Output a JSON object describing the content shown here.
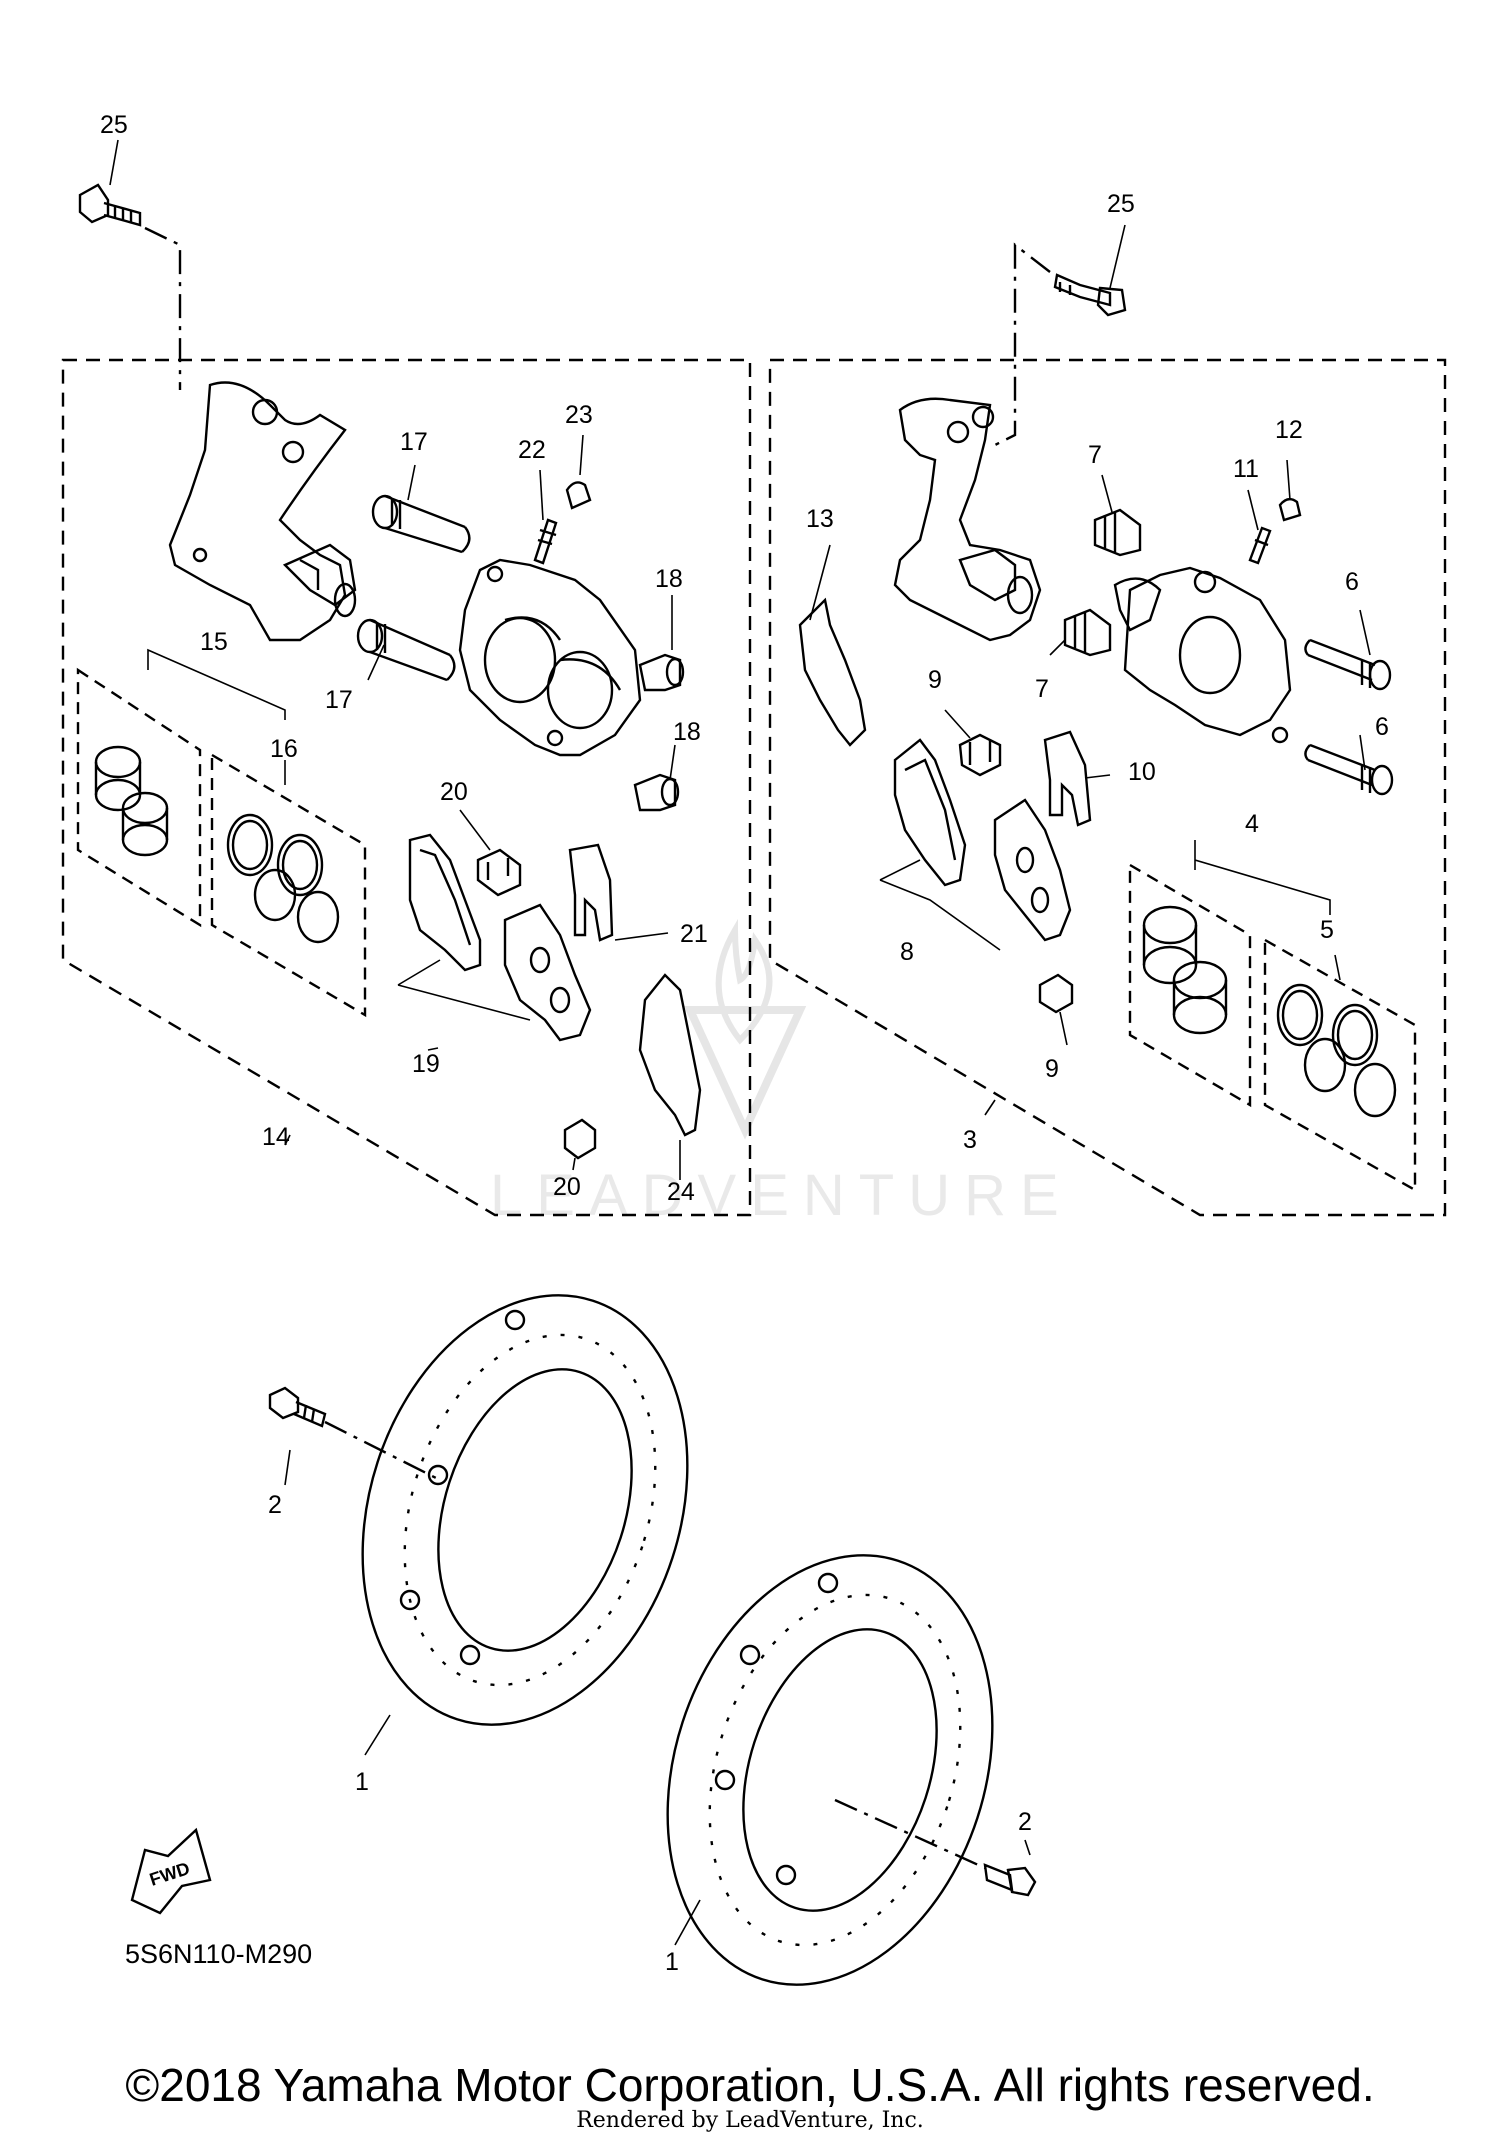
{
  "watermark": "LEADVENTURE",
  "diagram_code": "5S6N110-M290",
  "fwd_label": "FWD",
  "copyright": "©2018 Yamaha Motor Corporation, U.S.A. All rights reserved.",
  "rendered_by": "Rendered by LeadVenture, Inc.",
  "callouts": {
    "c25a": "25",
    "c25b": "25",
    "c17a": "17",
    "c17b": "17",
    "c22": "22",
    "c23": "23",
    "c18a": "18",
    "c18b": "18",
    "c15": "15",
    "c16": "16",
    "c20a": "20",
    "c20b": "20",
    "c21": "21",
    "c19": "19",
    "c14": "14",
    "c24": "24",
    "c13": "13",
    "c7a": "7",
    "c7b": "7",
    "c11": "11",
    "c12": "12",
    "c6a": "6",
    "c6b": "6",
    "c9a": "9",
    "c9b": "9",
    "c10": "10",
    "c8": "8",
    "c4": "4",
    "c5": "5",
    "c3": "3",
    "c2a": "2",
    "c2b": "2",
    "c1a": "1",
    "c1b": "1"
  }
}
